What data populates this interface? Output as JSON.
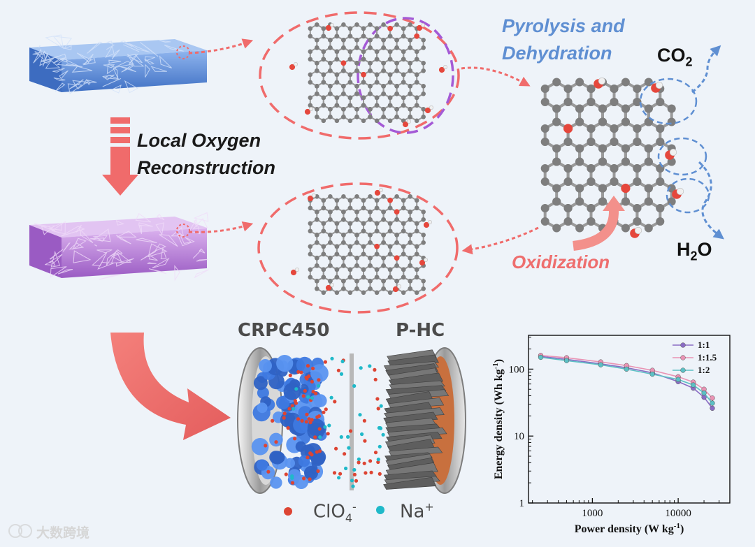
{
  "labels": {
    "step1_line1": "Local Oxygen",
    "step1_line2": "Reconstruction",
    "pyro_line1": "Pyrolysis and",
    "pyro_line2": "Dehydration",
    "oxidization": "Oxidization",
    "co2": "CO",
    "co2_sub": "2",
    "h2o_h": "H",
    "h2o_sub": "2",
    "h2o_o": "O",
    "cathode": "CRPC450",
    "anode": "P-HC",
    "ion_anion": "ClO",
    "ion_anion_sub": "4",
    "ion_anion_sup": "-",
    "ion_cation": "Na",
    "ion_cation_sup": "+",
    "watermark": "大数跨境"
  },
  "colors": {
    "background": "#eef3f9",
    "arrow_red": "#f06b6b",
    "foam_blue": "#5b8fd6",
    "foam_purple": "#b67fd3",
    "carbon_gray": "#8c8c8c",
    "oxygen_red": "#e5473c",
    "hydrogen_white": "#f2f2f2",
    "accent_blue": "#5f8fd2",
    "accent_purple": "#a45ad6",
    "anion_red": "#dd4433",
    "cation_cyan": "#1fb9c9",
    "anode_copper": "#c8703e"
  },
  "chart_data": {
    "type": "line",
    "xlabel": "Power density (W kg",
    "xlabel_sup": "-1",
    "xlabel_end": ")",
    "ylabel": "Energy density (Wh kg",
    "ylabel_sup": "-1",
    "ylabel_end": ")",
    "x_scale": "log",
    "y_scale": "log",
    "xlim": [
      180,
      40000
    ],
    "ylim": [
      1,
      320
    ],
    "x_ticks": [
      {
        "value": 1000,
        "label": "1000"
      },
      {
        "value": 10000,
        "label": "10000"
      }
    ],
    "y_ticks": [
      {
        "value": 1,
        "label": "1"
      },
      {
        "value": 10,
        "label": "10"
      },
      {
        "value": 100,
        "label": "100"
      }
    ],
    "legend_position": "top-right",
    "series": [
      {
        "name": "1:1",
        "color": "#8a6cc4",
        "x": [
          250,
          500,
          1250,
          2500,
          5000,
          10000,
          15000,
          20000,
          25000
        ],
        "y": [
          155,
          140,
          120,
          105,
          88,
          65,
          52,
          38,
          26
        ]
      },
      {
        "name": "1:1.5",
        "color": "#e993b4",
        "x": [
          250,
          500,
          1250,
          2500,
          5000,
          10000,
          15000,
          20000,
          25000
        ],
        "y": [
          160,
          148,
          128,
          113,
          96,
          77,
          64,
          50,
          37
        ]
      },
      {
        "name": "1:2",
        "color": "#5cc0c4",
        "x": [
          250,
          500,
          1250,
          2500,
          5000,
          10000,
          15000,
          20000,
          25000
        ],
        "y": [
          150,
          134,
          116,
          100,
          84,
          70,
          58,
          44,
          31
        ]
      }
    ]
  }
}
